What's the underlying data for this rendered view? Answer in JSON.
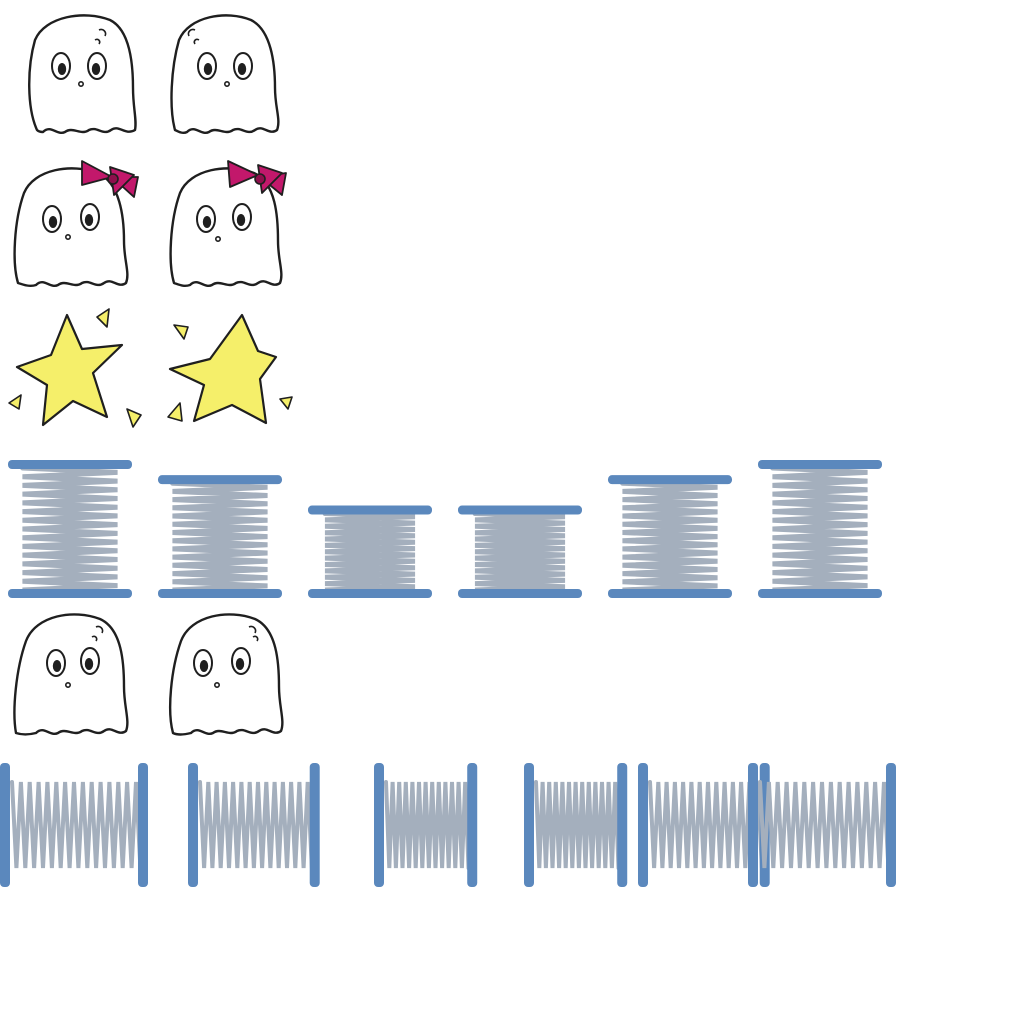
{
  "sheet": {
    "kind": "sprite-sheet",
    "background": "#ffffff",
    "palette": {
      "ink": "#1f1f1f",
      "ghost_fill": "#ffffff",
      "bow": "#c2186b",
      "star": "#f5ef6a",
      "spring_plate": "#5b88bd",
      "spring_coil": "#a4afbd"
    },
    "rows": [
      {
        "name": "ghost-row",
        "sprites": [
          {
            "icon": "ghost-icon",
            "variant": "plain"
          },
          {
            "icon": "ghost-icon",
            "variant": "plain-blink"
          }
        ]
      },
      {
        "name": "ghost-bow-row",
        "sprites": [
          {
            "icon": "ghost-bow-icon",
            "variant": "with-pink-bow"
          },
          {
            "icon": "ghost-bow-icon",
            "variant": "with-pink-bow"
          }
        ]
      },
      {
        "name": "star-row",
        "sprites": [
          {
            "icon": "star-icon",
            "variant": "sparkle"
          },
          {
            "icon": "star-icon",
            "variant": "sparkle-mirrored"
          }
        ]
      },
      {
        "name": "vertical-spring-row",
        "sprites": [
          {
            "icon": "vertical-spring-icon",
            "compression": 0.0
          },
          {
            "icon": "vertical-spring-icon",
            "compression": 0.2
          },
          {
            "icon": "vertical-spring-icon",
            "compression": 0.6
          },
          {
            "icon": "vertical-spring-icon",
            "compression": 0.6
          },
          {
            "icon": "vertical-spring-icon",
            "compression": 0.2
          },
          {
            "icon": "vertical-spring-icon",
            "compression": 0.0
          }
        ]
      },
      {
        "name": "ghost-row-2",
        "sprites": [
          {
            "icon": "ghost-icon",
            "variant": "plain"
          },
          {
            "icon": "ghost-icon",
            "variant": "plain"
          }
        ]
      },
      {
        "name": "horizontal-spring-row",
        "sprites": [
          {
            "icon": "horizontal-spring-icon",
            "compression": 0.0
          },
          {
            "icon": "horizontal-spring-icon",
            "compression": 0.2
          },
          {
            "icon": "horizontal-spring-icon",
            "compression": 0.55
          },
          {
            "icon": "horizontal-spring-icon",
            "compression": 0.55
          },
          {
            "icon": "horizontal-spring-icon",
            "compression": 0.2
          },
          {
            "icon": "horizontal-spring-icon",
            "compression": 0.0
          }
        ]
      }
    ]
  }
}
